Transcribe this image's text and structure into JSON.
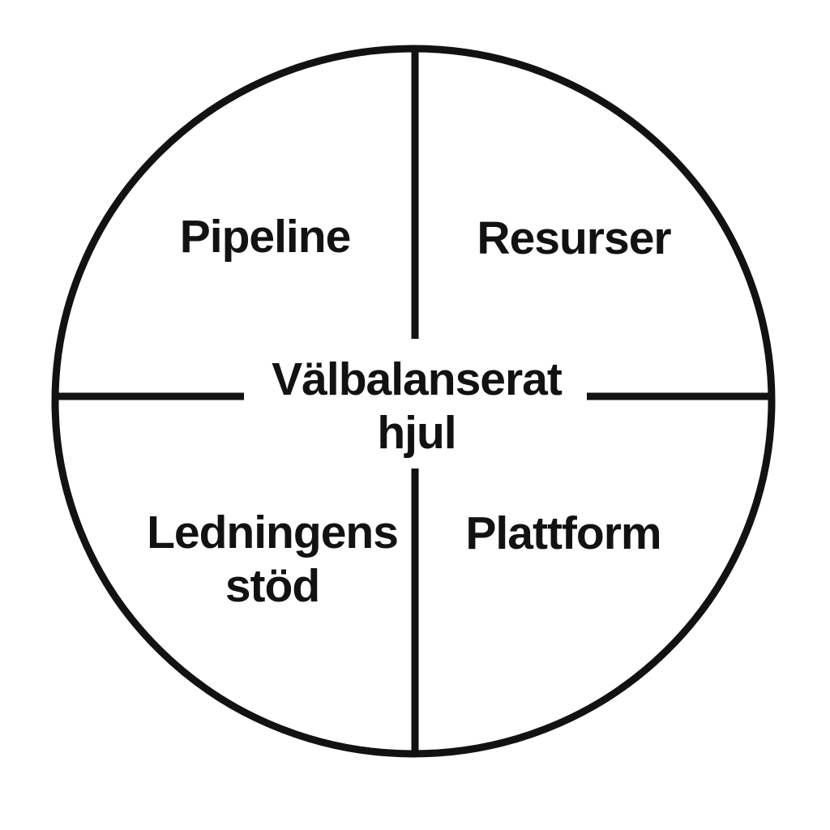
{
  "diagram": {
    "type": "quadrant-wheel",
    "center": {
      "line1": "Välbalanserat",
      "line2": "hjul"
    },
    "quadrants": {
      "top_left": {
        "label": "Pipeline"
      },
      "top_right": {
        "label": "Resurser"
      },
      "bottom_left": {
        "line1": "Ledningens",
        "line2": "stöd"
      },
      "bottom_right": {
        "label": "Plattform"
      }
    },
    "colors": {
      "stroke": "#121212",
      "text": "#121212",
      "background": "#ffffff"
    }
  }
}
